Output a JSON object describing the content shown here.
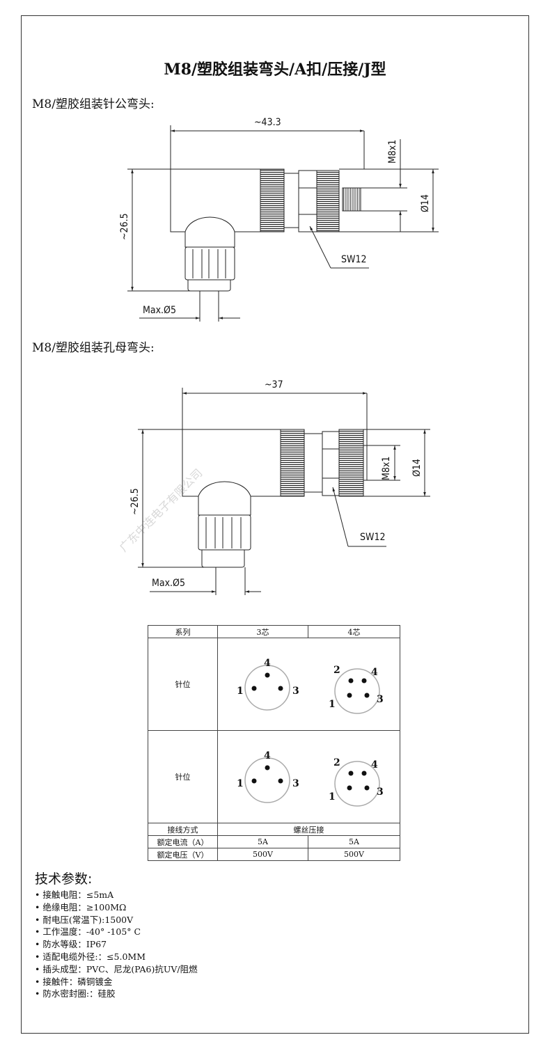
{
  "title": "M8/塑胶组装弯头/A扣/压接/J型",
  "sections": [
    {
      "heading": "M8/塑胶组装针公弯头:",
      "dims": {
        "length": "~43.3",
        "height": "~26.5",
        "thread": "M8x1",
        "diameter": "Ø14",
        "wrench": "SW12",
        "cable": "Max.Ø5"
      }
    },
    {
      "heading": "M8/塑胶组装孔母弯头:",
      "dims": {
        "length": "~37",
        "height": "~26.5",
        "thread": "M8x1",
        "diameter": "Ø14",
        "wrench": "SW12",
        "cable": "Max.Ø5"
      }
    }
  ],
  "watermark": "广东中连电子有限公司",
  "table": {
    "header": [
      "系列",
      "3芯",
      "4芯"
    ],
    "pin_rows": [
      {
        "label": "针位"
      },
      {
        "label": "针位"
      }
    ],
    "pins3": [
      "4",
      "1",
      "3"
    ],
    "pins4": [
      "2",
      "4",
      "1",
      "3"
    ],
    "wiring": {
      "label": "接线方式",
      "value": "螺丝压接"
    },
    "current": {
      "label": "额定电流（A）",
      "v3": "5A",
      "v4": "5A"
    },
    "voltage": {
      "label": "额定电压（V）",
      "v3": "500V",
      "v4": "500V"
    }
  },
  "tech": {
    "heading": "技术参数:",
    "items": [
      "接触电阻：≤5mA",
      "绝缘电阻：≥100MΩ",
      "耐电压(常温下):1500V",
      "工作温度：-40° -105° C",
      "防水等级：IP67",
      "适配电缆外径:：≤5.0MM",
      "插头成型：PVC、尼龙(PA6)抗UV/阻燃",
      "接触件：磷铜镀金",
      "防水密封圈:：硅胶"
    ]
  }
}
